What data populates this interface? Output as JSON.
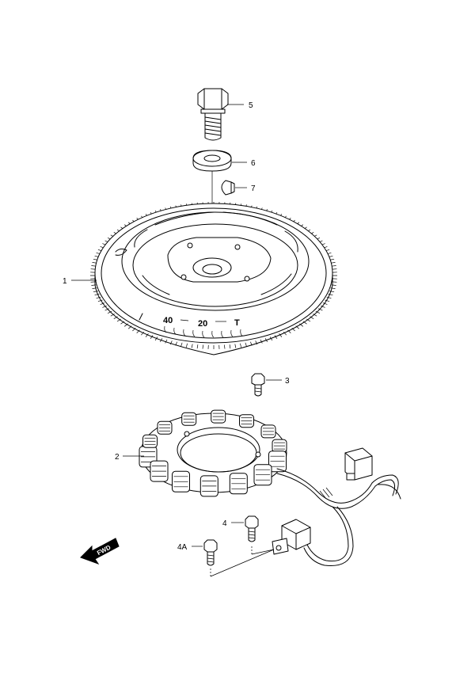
{
  "callouts": {
    "c1": "1",
    "c2": "2",
    "c3": "3",
    "c4": "4",
    "c4a": "4A",
    "c5": "5",
    "c6": "6",
    "c7": "7"
  },
  "flywheel_scale": {
    "mark_40": "40",
    "mark_20": "20",
    "mark_t": "T"
  },
  "fwd_label": "FWD",
  "colors": {
    "line": "#000000",
    "background": "#ffffff"
  }
}
